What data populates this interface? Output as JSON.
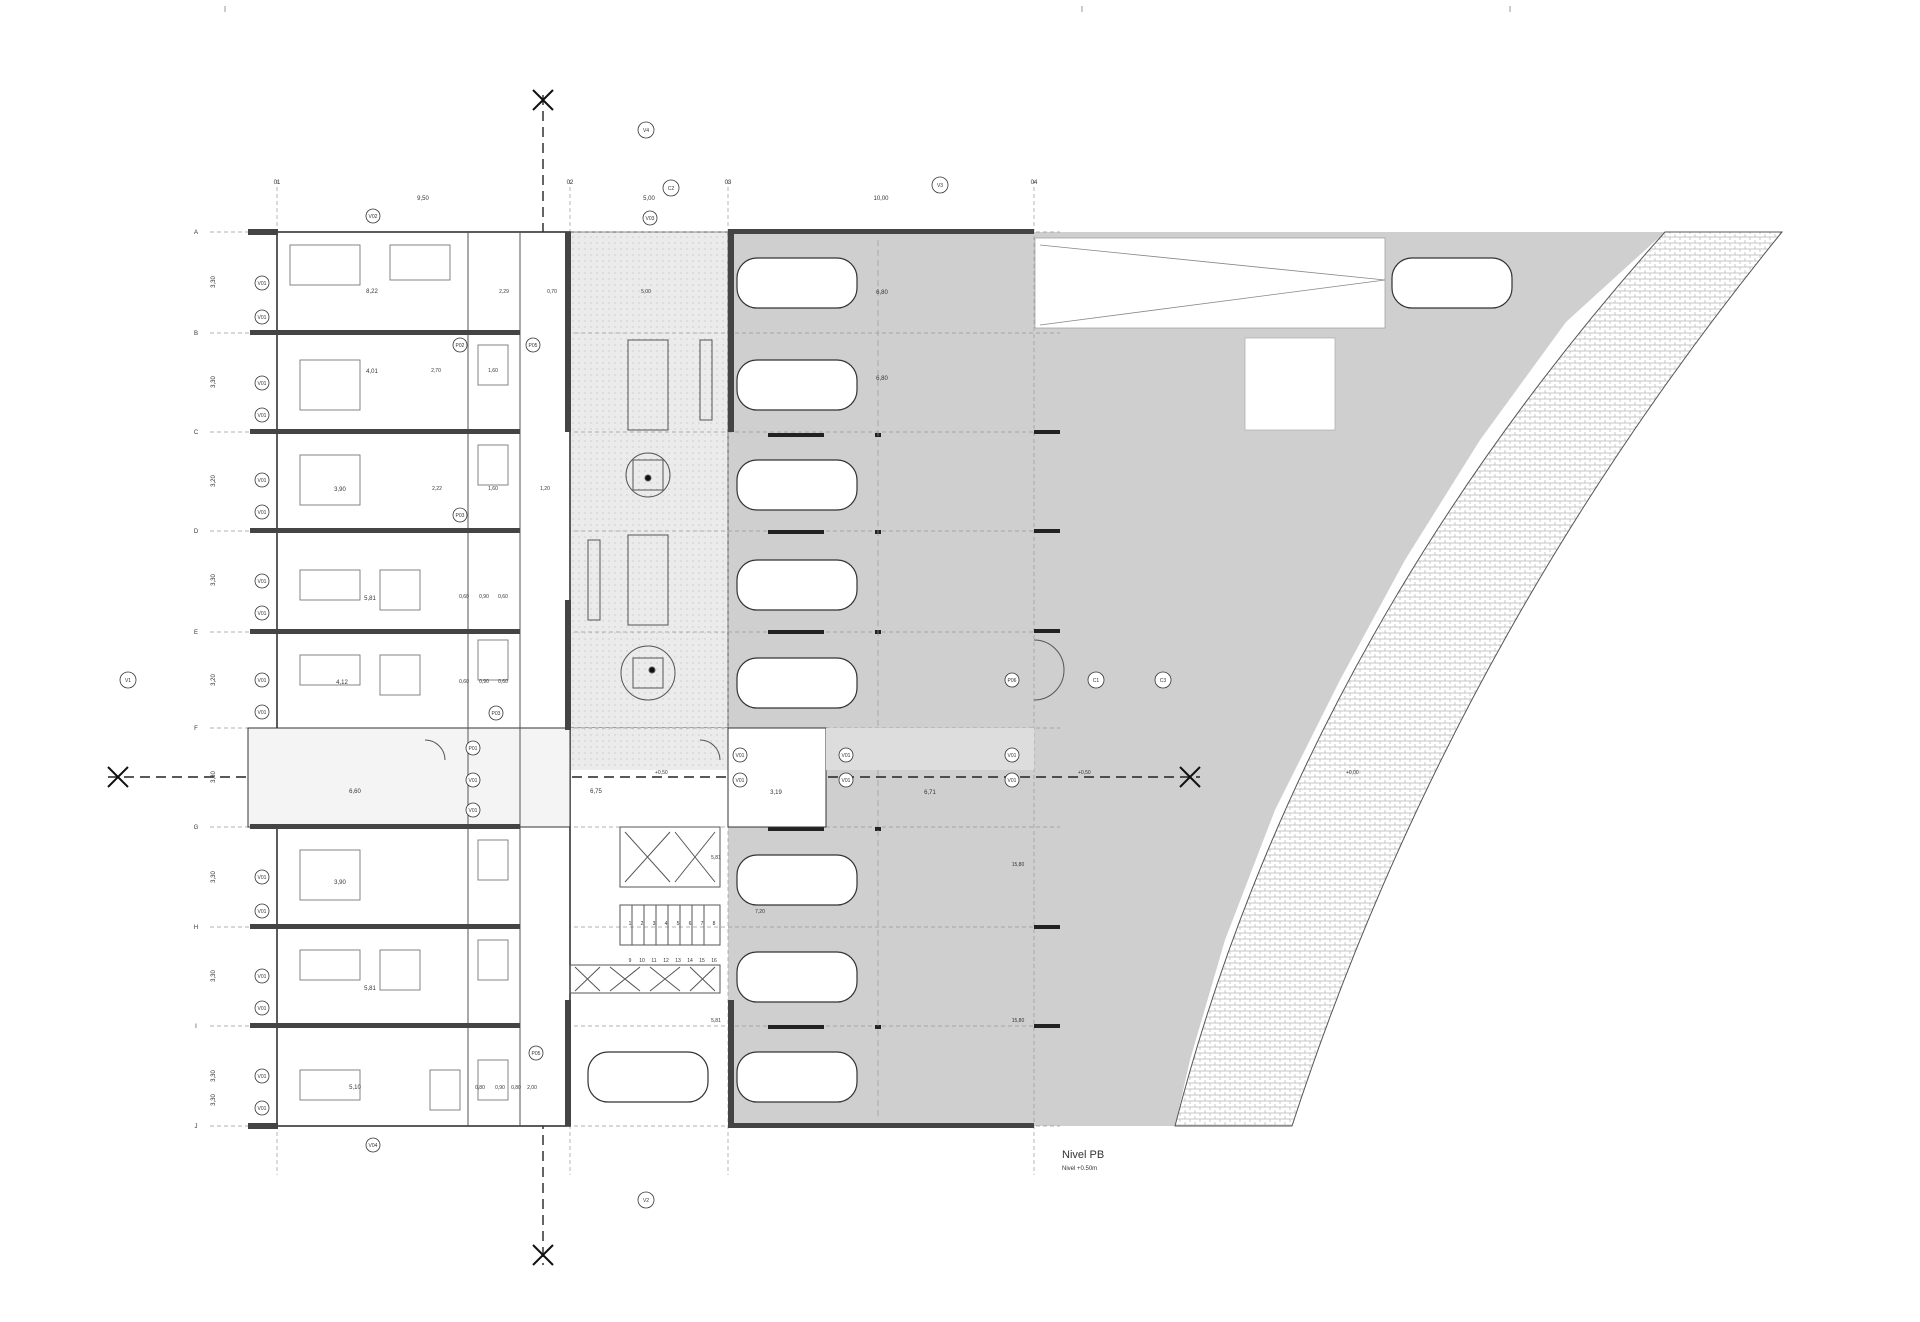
{
  "plan": {
    "level_title": "Nivel PB",
    "level_subtitle": "Nivel +0.50m",
    "column_axes": [
      "01",
      "02",
      "03",
      "04"
    ],
    "row_axes": [
      "A",
      "B",
      "C",
      "D",
      "E",
      "F",
      "G",
      "H",
      "I",
      "J"
    ],
    "top_spans": [
      "9,50",
      "5,00",
      "10,00"
    ],
    "row_heights": [
      "3,30",
      "3,30",
      "3,20",
      "3,30",
      "3,20",
      "3,30",
      "3,30",
      "3,30",
      "3,30",
      "3,30"
    ],
    "room_widths": [
      "8,22",
      "4,01",
      "3,90",
      "5,81",
      "4,12",
      "6,60",
      "3,90",
      "5,81",
      "5,10"
    ],
    "parking_widths": [
      "6,80",
      "6,80"
    ],
    "corridor_widths": [
      "6,71",
      "3,19",
      "6,75"
    ],
    "interior_dims": [
      "2,29",
      "0,70",
      "5,00",
      "2,70",
      "1,60",
      "2,22",
      "1,60",
      "1,20",
      "0,60",
      "0,90",
      "0,60",
      "0,60",
      "0,90",
      "0,60",
      "0,80",
      "0,90",
      "0,80",
      "2,00"
    ],
    "side_dims": [
      "15,80",
      "15,80",
      "7,20",
      "5,81",
      "5,81"
    ],
    "level_marks": [
      "+0,50",
      "+0,50",
      "+0,00"
    ],
    "window_tags": [
      "V01",
      "V02",
      "V03",
      "V04",
      "P01",
      "P02",
      "P03",
      "P05",
      "P06"
    ],
    "stair_steps": [
      "1",
      "2",
      "3",
      "4",
      "5",
      "6",
      "7",
      "8",
      "9",
      "10",
      "11",
      "12",
      "13",
      "14",
      "15",
      "16"
    ],
    "section_markers": [
      "V4",
      "V2",
      "V1",
      "V3",
      "C1",
      "C2",
      "C3"
    ]
  },
  "colors": {
    "parking_fill": "#cfcfcf",
    "patio_fill": "#ebebeb",
    "wall": "#444444",
    "paving_hatch": "#b5b5b5"
  }
}
